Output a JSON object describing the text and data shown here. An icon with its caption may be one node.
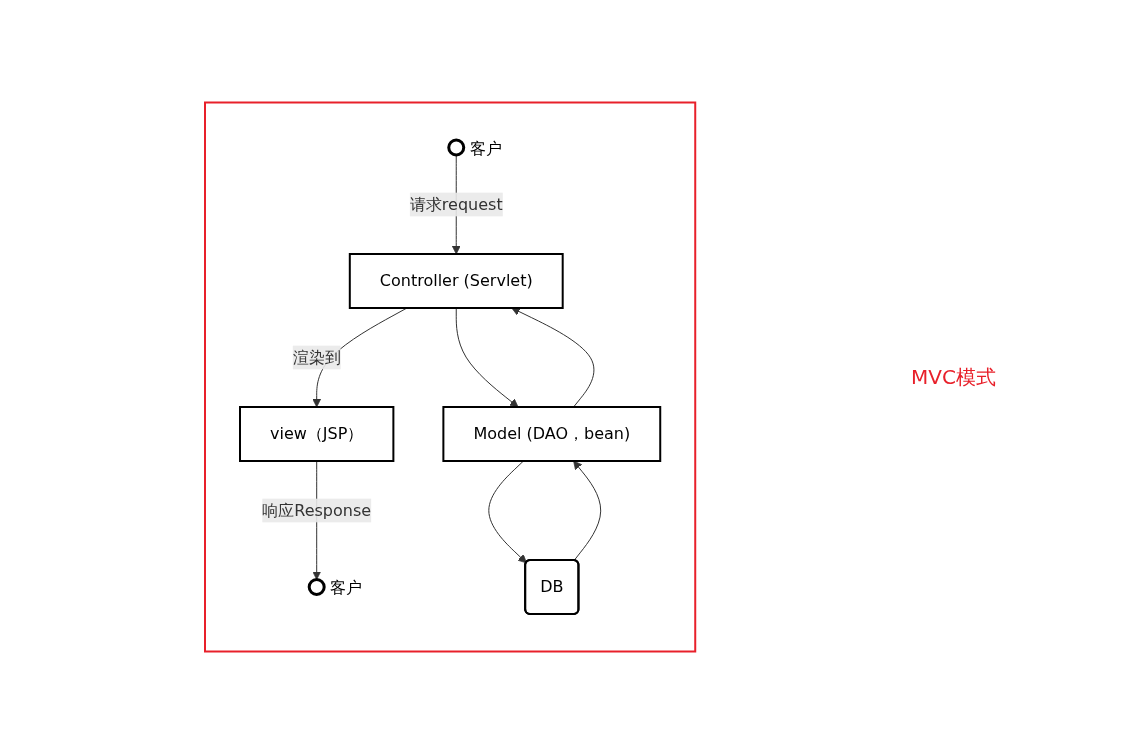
{
  "diagram": {
    "nodes": [
      {
        "text": [],
        "shape": "box"
      },
      {
        "text": [],
        "shape": "circle",
        "beside": [
          "客户"
        ],
        "in": 0
      },
      {
        "text": [],
        "shape": "circle",
        "beside": [
          "客户"
        ],
        "in": 0
      },
      {
        "text": [
          "Controller (Servlet)"
        ],
        "in": 0
      },
      {
        "text": [
          "view（JSP）"
        ],
        "in": 0
      },
      {
        "text": [
          "Model (DAO，bean)"
        ],
        "in": 0
      },
      {
        "text": [
          "DB"
        ],
        "in": 0
      }
    ],
    "edges": [
      {
        "from": 1,
        "to": 3,
        "arrow": "to",
        "label": "请求request"
      },
      {
        "from": 3,
        "to": 4,
        "arrow": "to",
        "label": "渲染到"
      },
      {
        "from": 4,
        "to": 2,
        "arrow": "to",
        "label": "响应Response"
      },
      {
        "from": 3,
        "to": 5,
        "arrow": "to"
      },
      {
        "from": 5,
        "to": 3,
        "arrow": "to"
      },
      {
        "from": 5,
        "to": 6,
        "arrow": "to"
      },
      {
        "from": 6,
        "to": 5,
        "arrow": "to"
      }
    ],
    "labels": [
      "MVC模式"
    ]
  }
}
